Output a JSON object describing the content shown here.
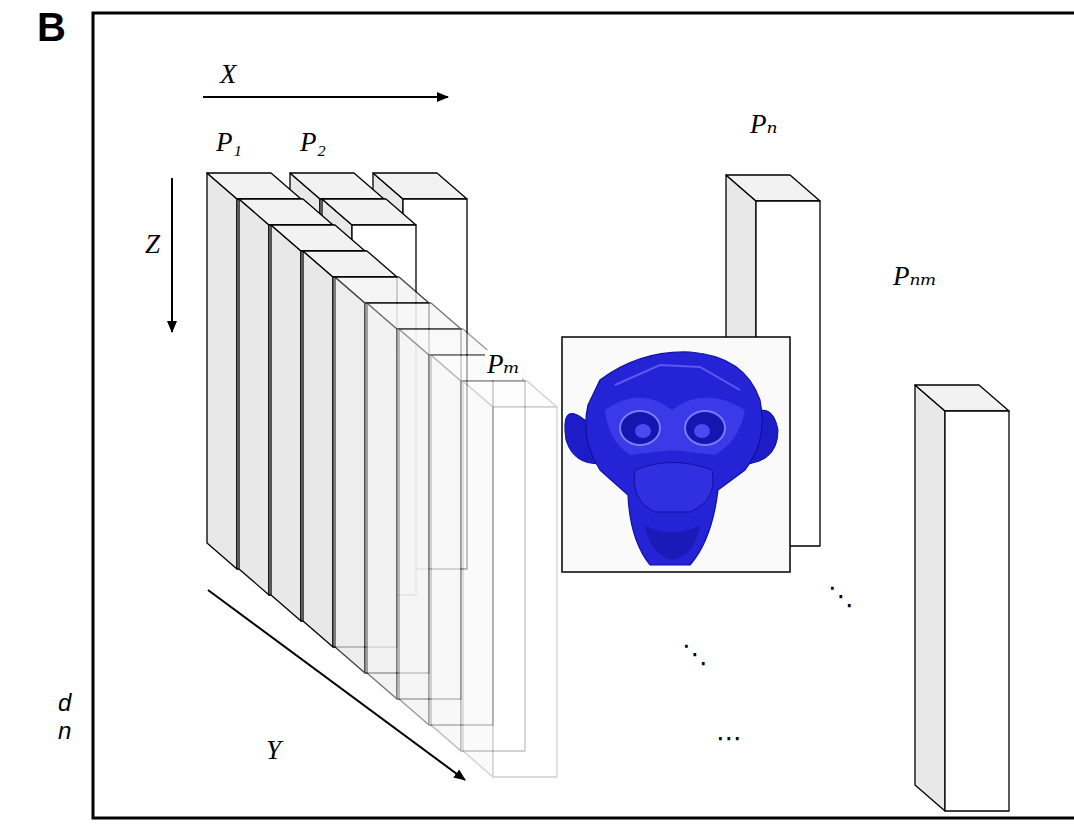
{
  "diagram": {
    "labels": [
      "B",
      "X",
      "Z",
      "Y",
      "P₁",
      "P₂",
      "Pₙ",
      "Pₘ",
      "Pₙₘ",
      "⋱",
      "⋱",
      "⋯",
      "d",
      "n"
    ]
  }
}
